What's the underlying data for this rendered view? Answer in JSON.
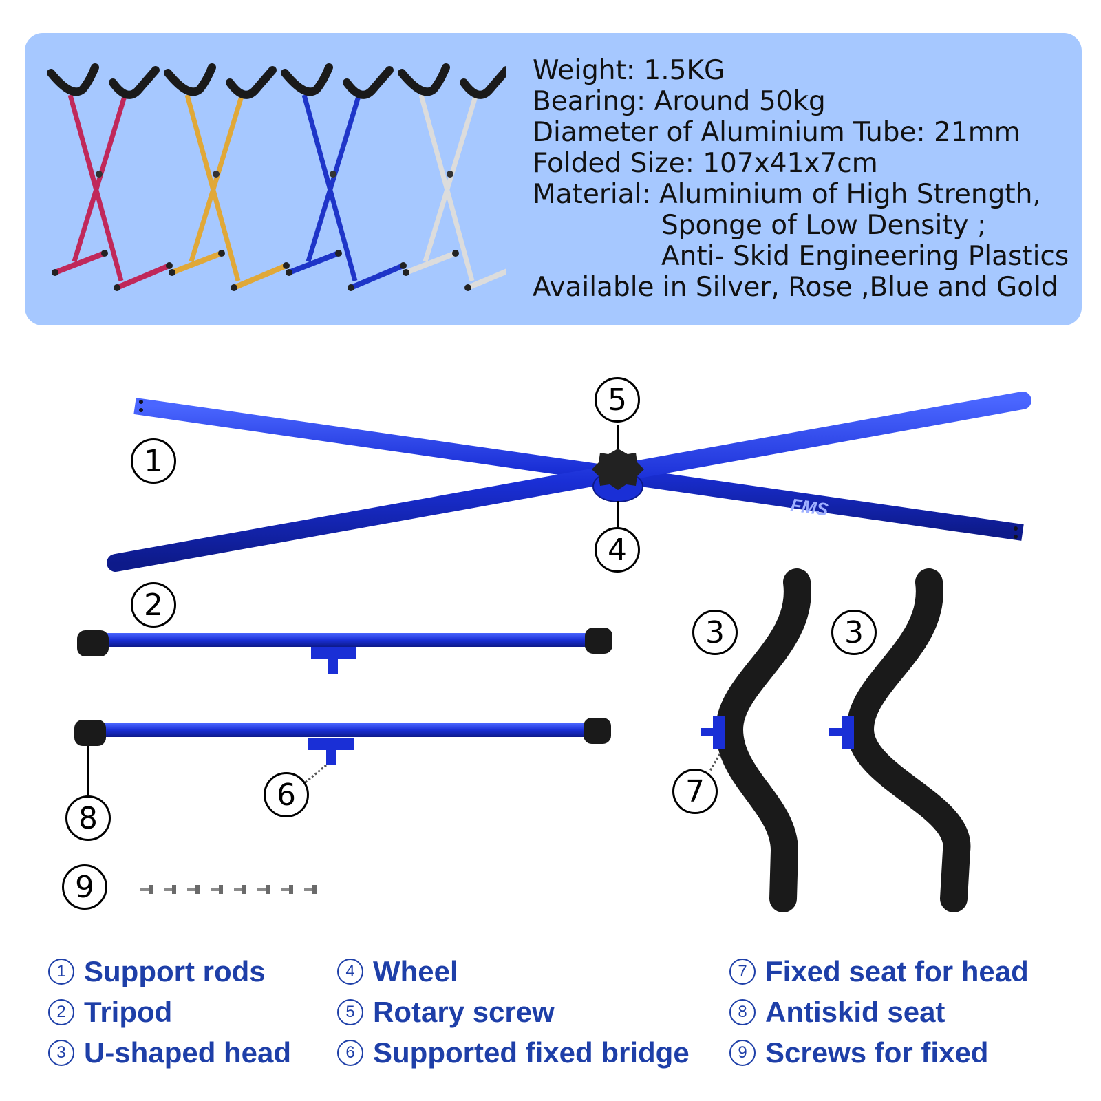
{
  "specs": {
    "weight": "Weight: 1.5KG",
    "bearing": "Bearing: Around 50kg",
    "diameter": "Diameter of Aluminium Tube: 21mm",
    "folded": "Folded Size: 107x41x7cm",
    "material_1": "Material: Aluminium of High Strength,",
    "material_2": "Sponge of Low Density ;",
    "material_3": "Anti- Skid Engineering Plastics",
    "available": "Available in Silver, Rose ,Blue and Gold"
  },
  "stand_colors": {
    "rose": "#c0285a",
    "gold": "#e0a838",
    "blue": "#1e35c8",
    "silver": "#dcdcdc"
  },
  "accent": {
    "tube": "#1a2fd6",
    "foam": "#1a1a1a",
    "legend_text": "#1e3fa8",
    "panel": "#a6c8ff"
  },
  "brand_mark": "FMS",
  "callouts": {
    "c1": "1",
    "c2": "2",
    "c3a": "3",
    "c3b": "3",
    "c4": "4",
    "c5": "5",
    "c6": "6",
    "c7": "7",
    "c8": "8",
    "c9": "9"
  },
  "legend": {
    "n1": "1",
    "l1": "Support rods",
    "n2": "2",
    "l2": "Tripod",
    "n3": "3",
    "l3": "U-shaped head",
    "n4": "4",
    "l4": "Wheel",
    "n5": "5",
    "l5": "Rotary screw",
    "n6": "6",
    "l6": "Supported fixed bridge",
    "n7": "7",
    "l7": "Fixed seat for head",
    "n8": "8",
    "l8": "Antiskid seat",
    "n9": "9",
    "l9": "Screws for fixed"
  }
}
